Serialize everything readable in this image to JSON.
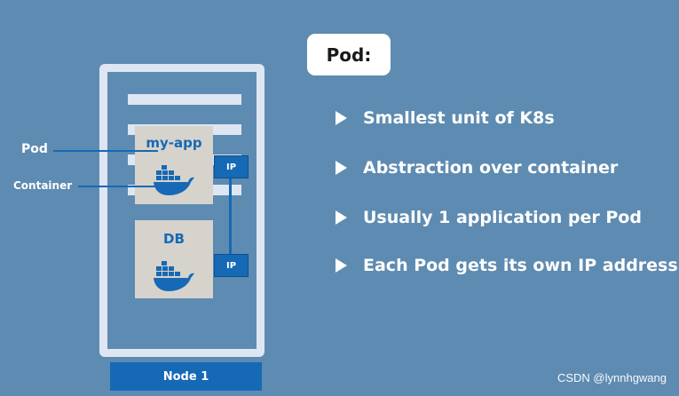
{
  "title": "Pod:",
  "node": {
    "label": "Node 1"
  },
  "pods": [
    {
      "title": "my-app",
      "ip": "IP"
    },
    {
      "title": "DB",
      "ip": "IP"
    }
  ],
  "side_labels": {
    "pod": "Pod",
    "container": "Container"
  },
  "bullets": [
    "Smallest unit of K8s",
    "Abstraction over container",
    "Usually 1 application per Pod",
    "Each Pod gets its own IP address"
  ],
  "watermark": "CSDN @lynnhgwang",
  "colors": {
    "background": "#5e8bb1",
    "node_frame": "#dde6f2",
    "accent_blue": "#1669b5",
    "pod_box": "#d6d2cc"
  },
  "icons": {
    "container": "docker-whale-icon"
  }
}
